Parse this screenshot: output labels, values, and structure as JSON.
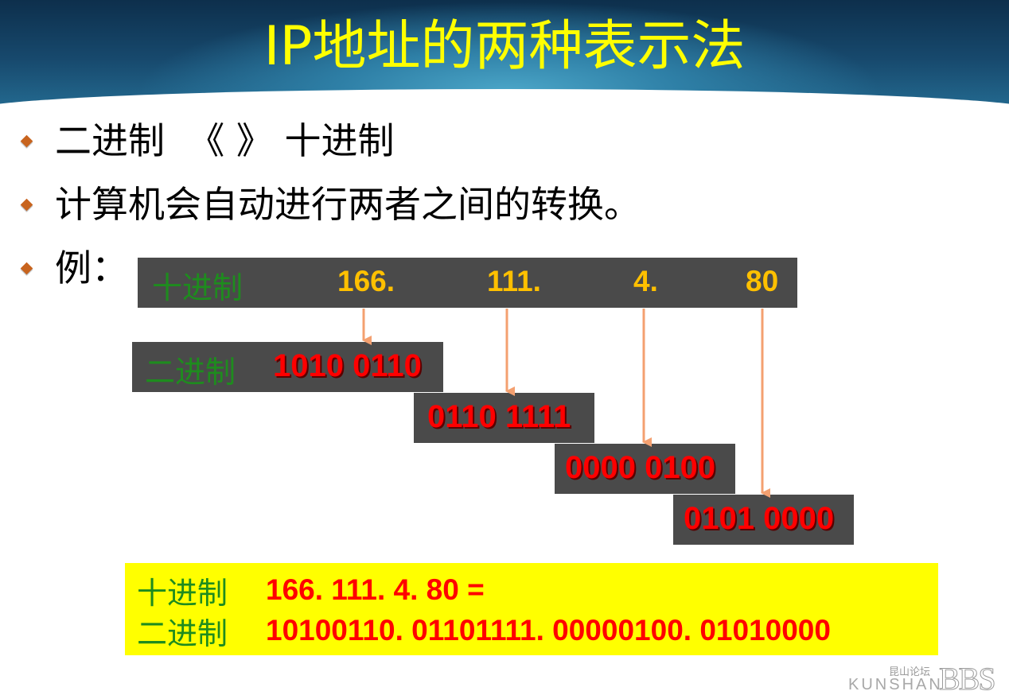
{
  "title": "IP地址的两种表示法",
  "bullets": [
    "二进制  《 》 十进制",
    "计算机会自动进行两者之间的转换。",
    "例："
  ],
  "decimal_row": {
    "label": "十进制",
    "octets": [
      "166.",
      "111.",
      "4.",
      "80"
    ]
  },
  "binary_boxes": {
    "label": "二进制",
    "octets": [
      "1010 0110",
      "0110 1111",
      "0000 0100",
      "0101 0000"
    ]
  },
  "summary": {
    "decimal_label": "十进制",
    "decimal_value": "166. 111. 4. 80 =",
    "binary_label": "二进制",
    "binary_value": "10100110. 01101111. 00000100. 01010000"
  },
  "watermark": {
    "small": "昆山论坛",
    "kunshan": "KUNSHAN",
    "bbs": "BBS"
  },
  "colors": {
    "title": "#ffff00",
    "bullet": "#c8641e",
    "label_green": "#1e8c1e",
    "octet_yellow": "#ffc000",
    "binary_red": "#ff0000",
    "box_gray": "#4a4a4a",
    "arrow": "#f4a070",
    "summary_bg": "#ffff00"
  }
}
